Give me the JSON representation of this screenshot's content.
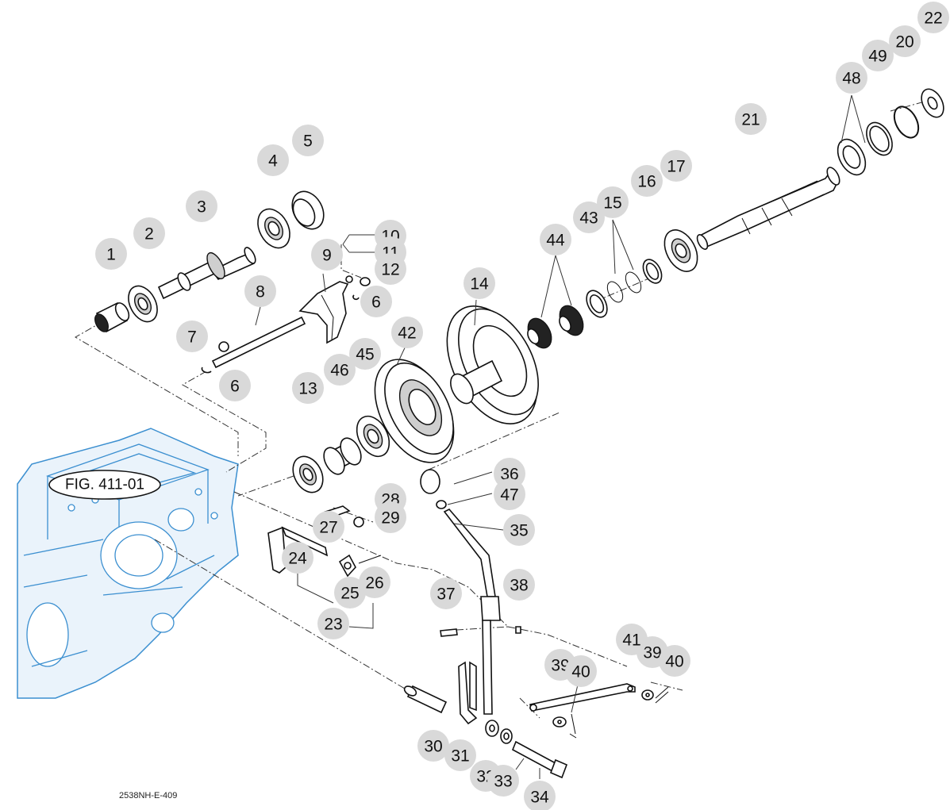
{
  "figure_reference": "FIG. 411-01",
  "drawing_code": "2538NH-E-409",
  "callouts": [
    {
      "id": "1",
      "label": "1"
    },
    {
      "id": "2",
      "label": "2"
    },
    {
      "id": "3",
      "label": "3"
    },
    {
      "id": "4",
      "label": "4"
    },
    {
      "id": "5",
      "label": "5"
    },
    {
      "id": "6a",
      "label": "6"
    },
    {
      "id": "6b",
      "label": "6"
    },
    {
      "id": "7",
      "label": "7"
    },
    {
      "id": "8",
      "label": "8"
    },
    {
      "id": "9",
      "label": "9"
    },
    {
      "id": "10",
      "label": "10"
    },
    {
      "id": "11",
      "label": "11"
    },
    {
      "id": "12",
      "label": "12"
    },
    {
      "id": "13",
      "label": "13"
    },
    {
      "id": "14",
      "label": "14"
    },
    {
      "id": "15",
      "label": "15"
    },
    {
      "id": "16",
      "label": "16"
    },
    {
      "id": "17",
      "label": "17"
    },
    {
      "id": "20",
      "label": "20"
    },
    {
      "id": "21",
      "label": "21"
    },
    {
      "id": "22",
      "label": "22"
    },
    {
      "id": "23",
      "label": "23"
    },
    {
      "id": "24",
      "label": "24"
    },
    {
      "id": "25",
      "label": "25"
    },
    {
      "id": "26",
      "label": "26"
    },
    {
      "id": "27",
      "label": "27"
    },
    {
      "id": "28",
      "label": "28"
    },
    {
      "id": "29",
      "label": "29"
    },
    {
      "id": "30",
      "label": "30"
    },
    {
      "id": "31",
      "label": "31"
    },
    {
      "id": "32",
      "label": "32"
    },
    {
      "id": "33",
      "label": "33"
    },
    {
      "id": "34",
      "label": "34"
    },
    {
      "id": "35",
      "label": "35"
    },
    {
      "id": "36",
      "label": "36"
    },
    {
      "id": "37",
      "label": "37"
    },
    {
      "id": "38",
      "label": "38"
    },
    {
      "id": "39a",
      "label": "39"
    },
    {
      "id": "39b",
      "label": "39"
    },
    {
      "id": "40a",
      "label": "40"
    },
    {
      "id": "40b",
      "label": "40"
    },
    {
      "id": "41",
      "label": "41"
    },
    {
      "id": "42",
      "label": "42"
    },
    {
      "id": "43",
      "label": "43"
    },
    {
      "id": "44",
      "label": "44"
    },
    {
      "id": "45",
      "label": "45"
    },
    {
      "id": "46",
      "label": "46"
    },
    {
      "id": "47",
      "label": "47"
    },
    {
      "id": "48",
      "label": "48"
    },
    {
      "id": "49",
      "label": "49"
    }
  ]
}
